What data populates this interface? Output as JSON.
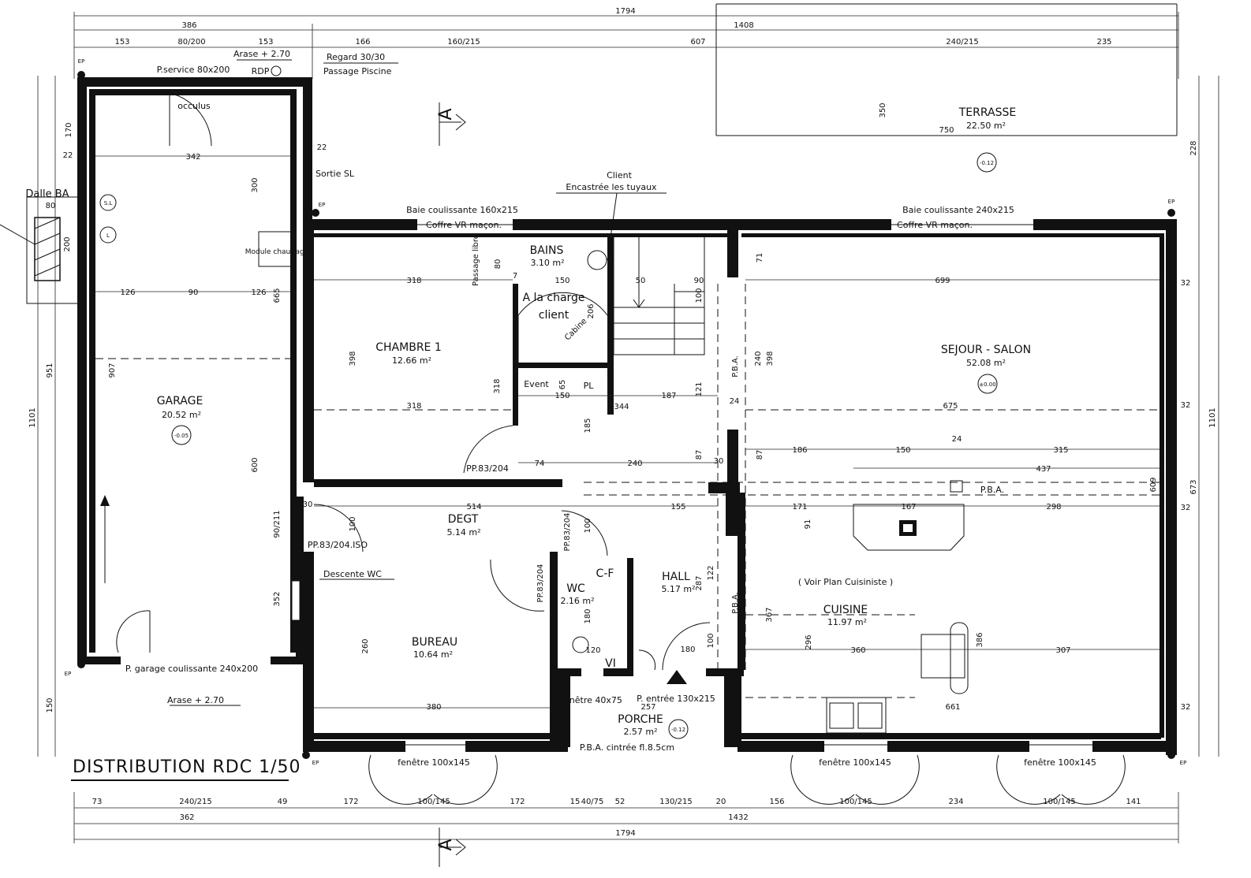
{
  "title": "DISTRIBUTION RDC 1/50",
  "rooms": {
    "garage": {
      "name": "GARAGE",
      "area": "20.52  m²",
      "level": "-0.05"
    },
    "chambre": {
      "name": "CHAMBRE 1",
      "area": "12.66 m²"
    },
    "bains": {
      "name": "BAINS",
      "area": "3.10 m²"
    },
    "sejour": {
      "name": "SEJOUR - SALON",
      "area": "52.08 m²",
      "level": "±0.00"
    },
    "terrasse": {
      "name": "TERRASSE",
      "area": "22.50 m²",
      "level": "-0.12"
    },
    "degt": {
      "name": "DEGT",
      "area": "5.14 m²"
    },
    "hall": {
      "name": "HALL",
      "area": "5.17 m²"
    },
    "wc": {
      "name": "WC",
      "area": "2.16 m²"
    },
    "cf": {
      "name": "C-F"
    },
    "cuisine": {
      "name": "CUISINE",
      "area": "11.97 m²"
    },
    "bureau": {
      "name": "BUREAU",
      "area": "10.64 m²"
    },
    "porche": {
      "name": "PORCHE",
      "area": "2.57 m²",
      "level": "-0.12"
    }
  },
  "labels": {
    "p_service": "P.service 80x200",
    "arase_top": "Arase + 2.70",
    "regard": "Regard 30/30",
    "passage_piscine": "Passage Piscine",
    "rdp": "RDP",
    "occulus": "occulus",
    "sortie_sl": "Sortie SL",
    "dalle_ba": "Dalle BA",
    "module_chauffage": "Module chauffage",
    "sl": "S.L",
    "l": "L",
    "client": "Client",
    "encastree": "Encastrée les tuyaux",
    "baie_160": "Baie coulissante 160x215",
    "baie_240": "Baie coulissante 240x215",
    "coffre_vr": "Coffre VR maçon.",
    "passage_libre": "Passage libre",
    "a_la_charge": "A la charge",
    "client2": "client",
    "cabine": "Cabine",
    "event": "Event",
    "pl": "PL",
    "pba": "P.B.A.",
    "pp83_204": "PP.83/204",
    "pp83_204iso": "PP.83/204.ISO",
    "descente_wc": "Descente WC",
    "voir_plan": "( Voir Plan Cuisiniste )",
    "vi": "VI",
    "p_entree": "P. entrée 130x215",
    "fenetre_40": "fenêtre 40x75",
    "pba_cintree": "P.B.A. cintrée fl.8.5cm",
    "p_garage": "P. garage coulissante 240x200",
    "arase_bottom": "Arase + 2.70",
    "fenetre_100": "fenêtre 100x145",
    "ep": "EP",
    "a_mark": "A"
  },
  "dims": {
    "top_total": "1794",
    "top_386": "386",
    "top_1408": "1408",
    "top_row": [
      "153",
      "80/200",
      "153",
      "166",
      "160/215",
      "607",
      "240/215",
      "235"
    ],
    "bottom_row": [
      "73",
      "240/215",
      "49",
      "172",
      "100/145",
      "172",
      "15",
      "40/75",
      "52",
      "130/215",
      "20",
      "156",
      "100/145",
      "234",
      "100/145",
      "141"
    ],
    "bottom_362": "362",
    "bottom_1432": "1432",
    "bottom_total": "1794",
    "left_1101": "1101",
    "left_951": "951",
    "left_150": "150",
    "left_170": "170",
    "left_22a": "22",
    "left_80": "80",
    "left_200": "200",
    "right_1101": "1101",
    "right_228": "228",
    "right_673": "673",
    "right_32": "32",
    "misc": {
      "d342": "342",
      "d300": "300",
      "d126a": "126",
      "d90": "90",
      "d126b": "126",
      "d907": "907",
      "d665": "665",
      "d600": "600",
      "d90_211": "90/211",
      "d352": "352",
      "d22": "22",
      "d318a": "318",
      "d318b": "318",
      "d318c": "318",
      "d398a": "398",
      "d150a": "150",
      "d150b": "150",
      "d7": "7",
      "d80": "80",
      "d206": "206",
      "d65": "65",
      "d50": "50",
      "d90b": "90",
      "d100a": "100",
      "d344": "344",
      "d187": "187",
      "d121": "121",
      "d185": "185",
      "d74": "74",
      "d240a": "240",
      "d87a": "87",
      "d30a": "30",
      "d24": "24",
      "d240b": "240",
      "d398b": "398",
      "d71": "71",
      "d699": "699",
      "d675": "675",
      "d186": "186",
      "d150c": "150",
      "d315": "315",
      "d437": "437",
      "d87b": "87",
      "d609": "609",
      "d514": "514",
      "d155": "155",
      "d100b": "100",
      "d100c": "100",
      "d30b": "30",
      "d171": "171",
      "d167": "167",
      "d298": "298",
      "d91": "91",
      "d122": "122",
      "d287": "287",
      "d180a": "180",
      "d367": "367",
      "d296": "296",
      "d360": "360",
      "d307": "307",
      "d386": "386",
      "d661": "661",
      "d260": "260",
      "d380": "380",
      "d120": "120",
      "d180b": "180",
      "d257": "257",
      "d100d": "100",
      "d350": "350",
      "d750": "750"
    }
  }
}
